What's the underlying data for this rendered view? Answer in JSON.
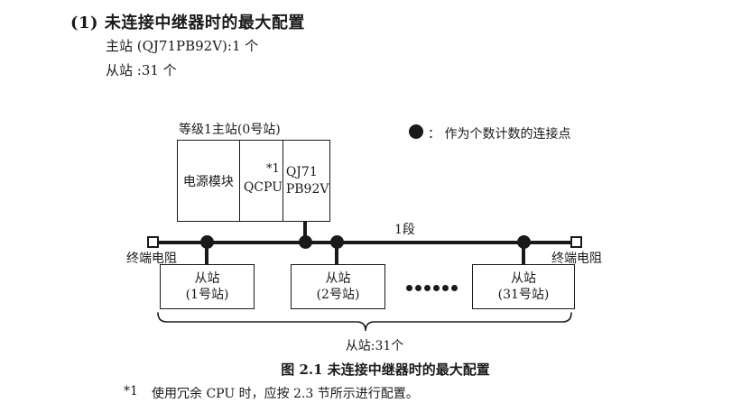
{
  "colors": {
    "ink": "#1a1a1a",
    "background": "#ffffff"
  },
  "header": {
    "heading": "(1) 未连接中继器时的最大配置",
    "master_count_line": "主站 (QJ71PB92V):1 个",
    "slave_count_line": "从站 :31 个"
  },
  "diagram": {
    "master_station_label": "等级1主站(0号站)",
    "master_cells": {
      "power_module": "电源模块",
      "cpu": "QCPU",
      "cpu_footnote_ref": "*1",
      "module_line1": "QJ71",
      "module_line2": "PB92V"
    },
    "legend": {
      "dot_icon": "connection-point-dot",
      "text": "：  作为个数计数的连接点"
    },
    "segment_label": "1段",
    "terminator_left_label": "终端电阻",
    "terminator_right_label": "终端电阻",
    "slaves": [
      {
        "line1": "从站",
        "line2": "(1号站)"
      },
      {
        "line1": "从站",
        "line2": "(2号站)"
      },
      {
        "line1": "从站",
        "line2": "(31号站)"
      }
    ],
    "ellipsis_dots": 6,
    "brace_label": "从站:31个"
  },
  "caption": "图 2.1 未连接中继器时的最大配置",
  "footnote": {
    "marker": "*1",
    "text": "使用冗余 CPU 时，应按 2.3 节所示进行配置。"
  }
}
